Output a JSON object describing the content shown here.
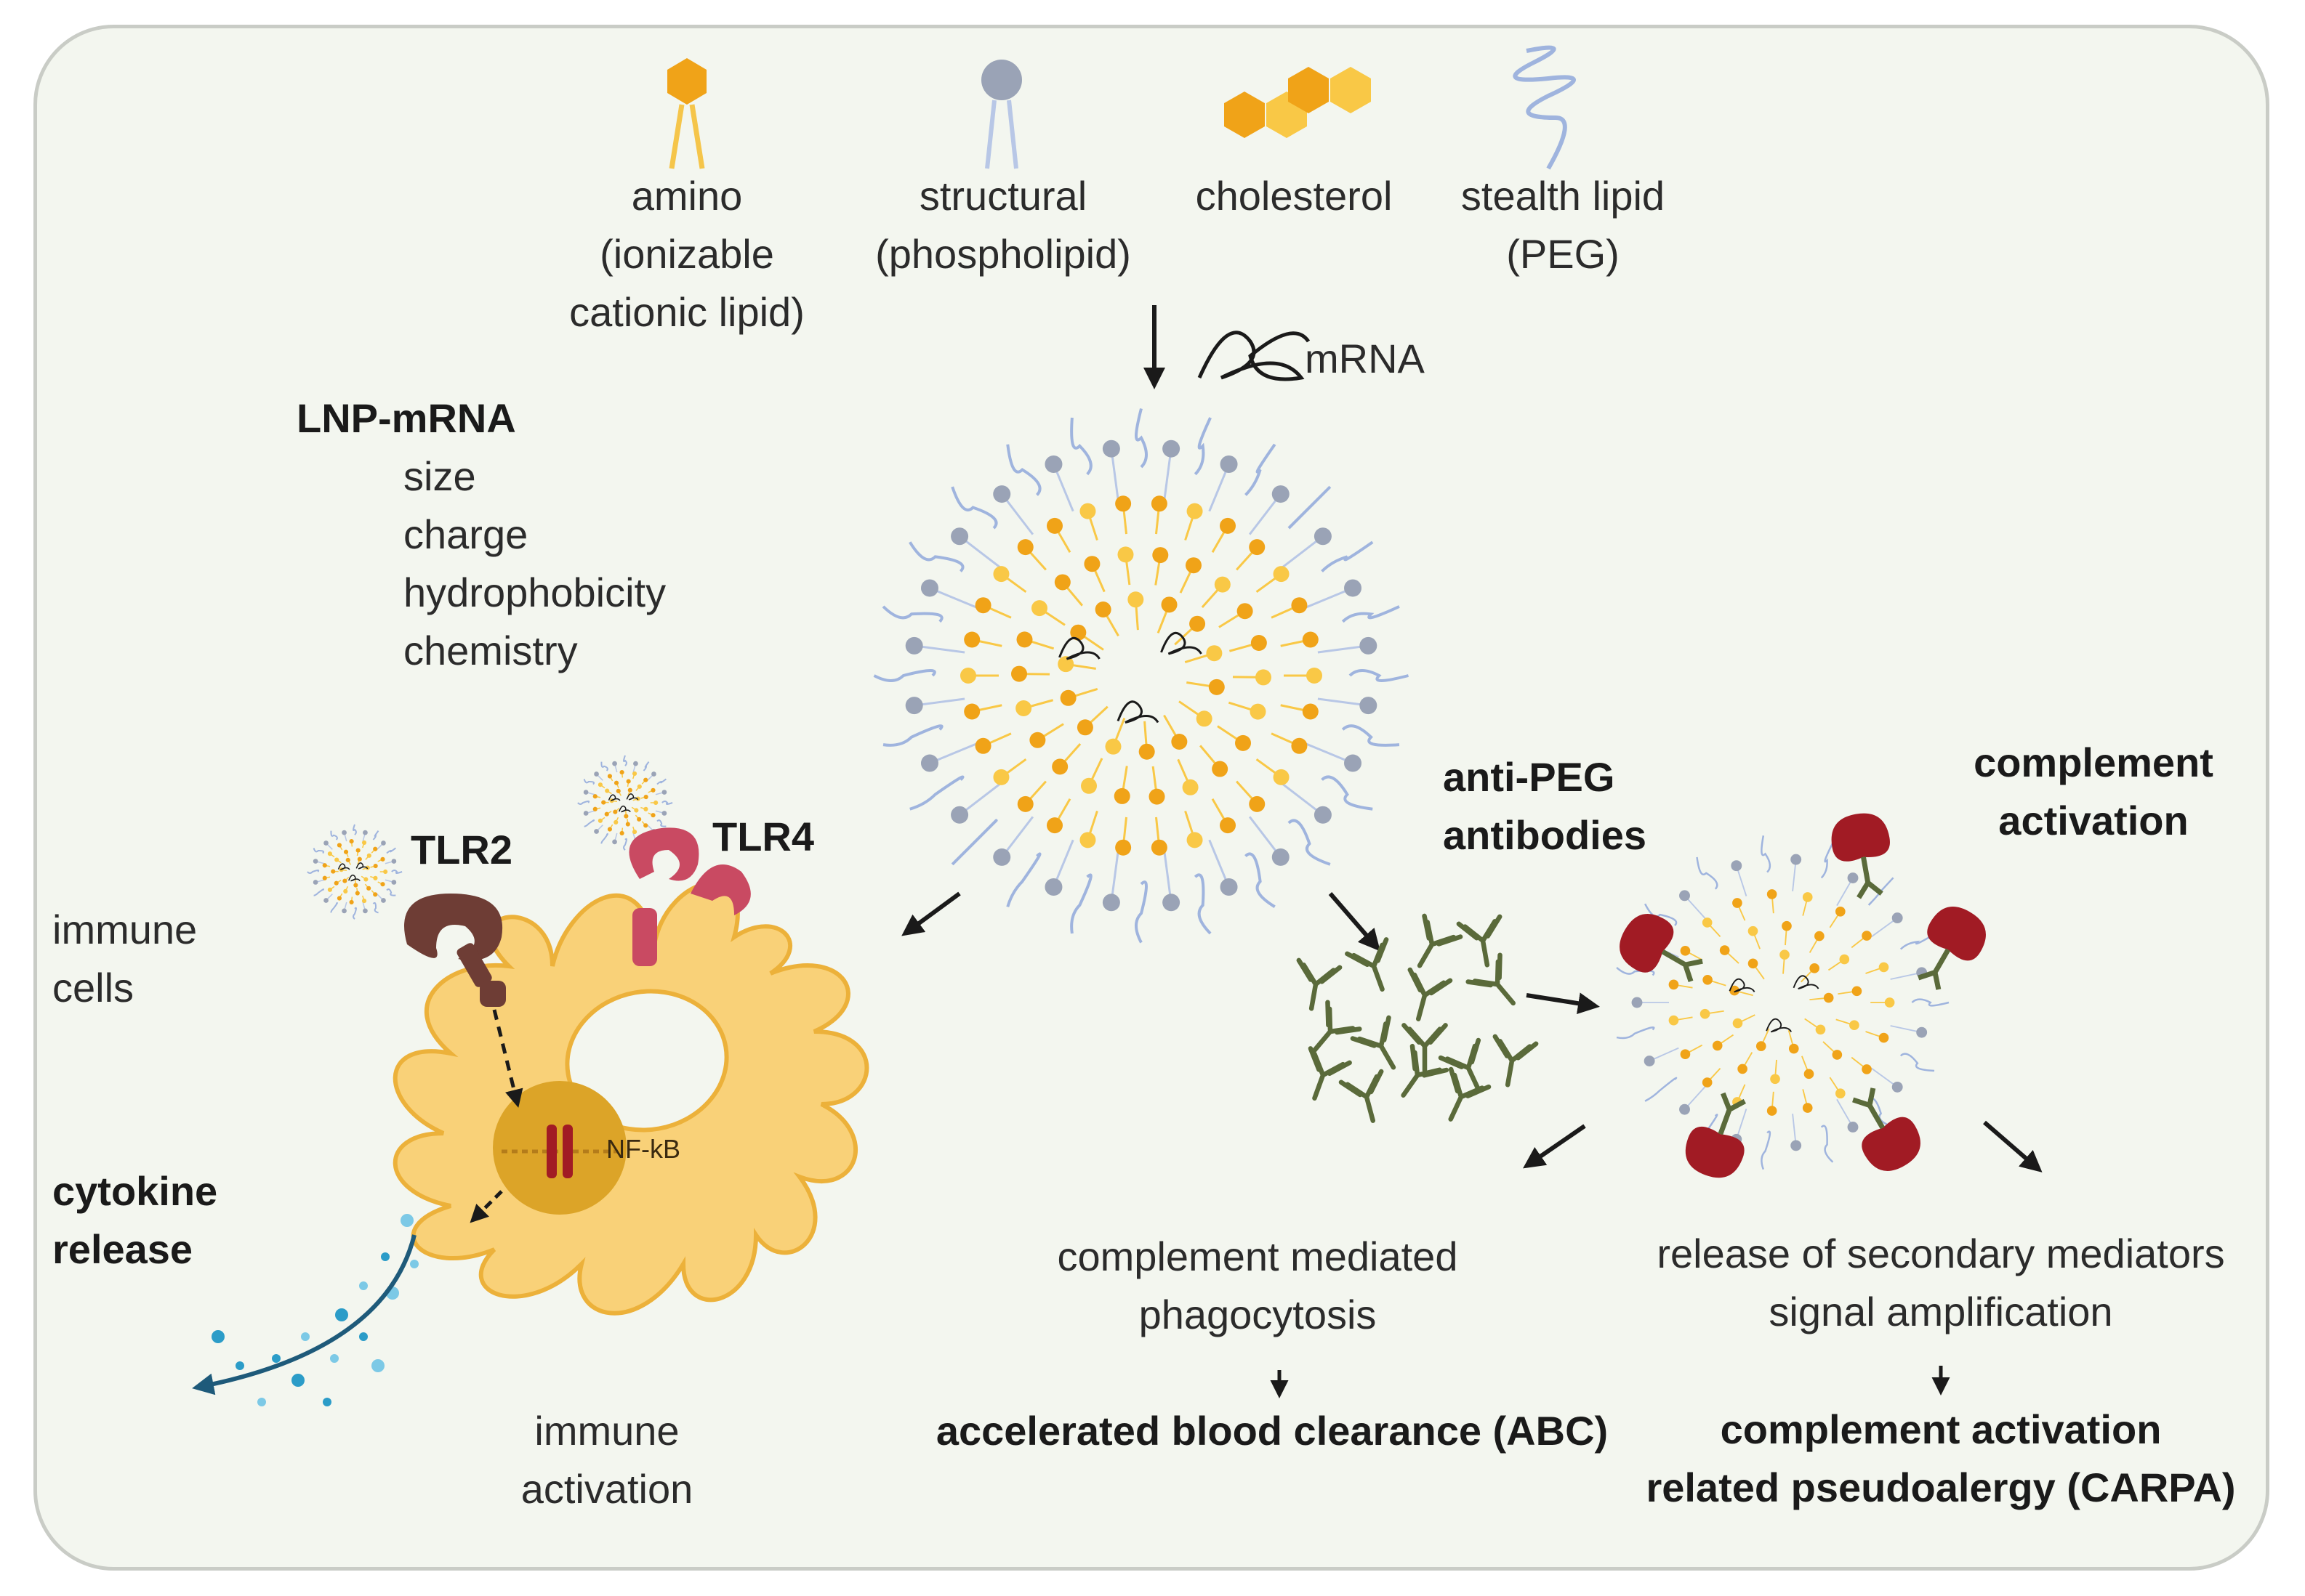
{
  "components": {
    "amino": {
      "line1": "amino",
      "line2": "(ionizable",
      "line3": "cationic lipid)"
    },
    "structural": {
      "line1": "structural",
      "line2": "(phospholipid)"
    },
    "cholesterol": {
      "line1": "cholesterol"
    },
    "stealth": {
      "line1": "stealth lipid",
      "line2": "(PEG)"
    }
  },
  "mrna_label": "mRNA",
  "lnp_properties": {
    "title": "LNP-mRNA",
    "items": [
      "size",
      "charge",
      "hydrophobicity",
      "chemistry"
    ]
  },
  "immune": {
    "tlr2": "TLR2",
    "tlr4": "TLR4",
    "immune_cells_line1": "immune",
    "immune_cells_line2": "cells",
    "nfkb": "NF-kB",
    "cytokine_line1": "cytokine",
    "cytokine_line2": "release",
    "activation_line1": "immune",
    "activation_line2": "activation"
  },
  "antibodies": {
    "line1": "anti-PEG",
    "line2": "antibodies"
  },
  "complement": {
    "line1": "complement",
    "line2": "activation"
  },
  "phagocytosis": {
    "line1": "complement mediated",
    "line2": "phagocytosis",
    "outcome": "accelerated blood clearance (ABC)"
  },
  "secondary": {
    "line1": "release of secondary mediators",
    "line2": "signal amplification",
    "outcome1": "complement activation",
    "outcome2": "related pseudoalergy (CARPA)"
  },
  "colors": {
    "background": "#f3f6ef",
    "amino_lipid": "#f0a318",
    "cholesterol_light": "#f9c846",
    "phospholipid_head": "#9aa3b6",
    "peg_chain": "#9fb4de",
    "cell_body": "#f9d178",
    "cell_outline": "#ecb13a",
    "nucleus": "#dca428",
    "tlr2": "#6e3d35",
    "tlr4": "#c94a62",
    "complement_protein": "#a11b24",
    "antibody": "#5a6a3a",
    "cytokine": "#2b9cc8"
  }
}
